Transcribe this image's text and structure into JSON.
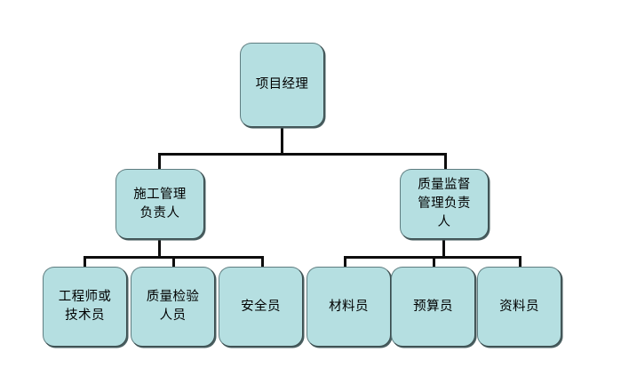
{
  "diagram": {
    "type": "org-chart",
    "background_color": "#ffffff",
    "node_fill_color": "#b5dfe1",
    "node_border_color": "#3a4b4d",
    "connector_color": "#0d0d0d",
    "levels": 3,
    "root": {
      "id": "project-manager",
      "label": "项目经理"
    },
    "level2": [
      {
        "id": "construction-management-lead",
        "label": "施工管理\n负责人"
      },
      {
        "id": "quality-supervision-management-lead",
        "label": "质量监督\n管理负责\n人"
      }
    ],
    "leaves": [
      {
        "id": "engineer-or-technician",
        "label": "工程师或\n技术员",
        "parent": "construction-management-lead"
      },
      {
        "id": "quality-inspector",
        "label": "质量检验\n人员",
        "parent": "construction-management-lead"
      },
      {
        "id": "safety-officer",
        "label": "安全员",
        "parent": "construction-management-lead"
      },
      {
        "id": "material-officer",
        "label": "材料员",
        "parent": "quality-supervision-management-lead"
      },
      {
        "id": "budget-officer",
        "label": "预算员",
        "parent": "quality-supervision-management-lead"
      },
      {
        "id": "document-officer",
        "label": "资料员",
        "parent": "quality-supervision-management-lead"
      }
    ]
  }
}
